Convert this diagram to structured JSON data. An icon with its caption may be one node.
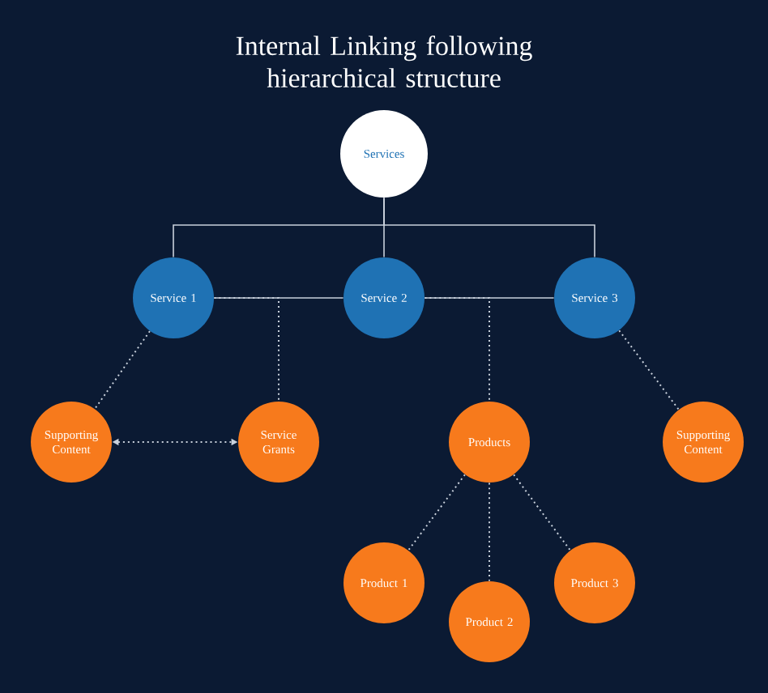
{
  "diagram": {
    "title": "Internal Linking following hierarchical structure",
    "nodes": [
      {
        "text": [
          "Services"
        ]
      },
      {
        "text": [
          "Service 1"
        ]
      },
      {
        "text": [
          "Service 2"
        ]
      },
      {
        "text": [
          "Service 3"
        ]
      },
      {
        "text": [
          "Supporting Content"
        ]
      },
      {
        "text": [
          "Service Grants"
        ]
      },
      {
        "text": [
          "Products"
        ]
      },
      {
        "text": [
          "Supporting Content"
        ]
      },
      {
        "text": [
          "Product 1"
        ]
      },
      {
        "text": [
          "Product 2"
        ]
      },
      {
        "text": [
          "Product 3"
        ]
      }
    ],
    "edges": [
      {
        "from": 0,
        "to": 1,
        "arrow": "none"
      },
      {
        "from": 0,
        "to": 2,
        "arrow": "none"
      },
      {
        "from": 0,
        "to": 3,
        "arrow": "none"
      },
      {
        "from": 1,
        "to": 2,
        "arrow": "none"
      },
      {
        "from": 2,
        "to": 3,
        "arrow": "none"
      },
      {
        "from": 1,
        "to": 4,
        "arrow": "none",
        "style": "dashed"
      },
      {
        "from": 1,
        "to": 5,
        "arrow": "none",
        "style": "dashed"
      },
      {
        "from": 2,
        "to": 6,
        "arrow": "none",
        "style": "dashed"
      },
      {
        "from": 3,
        "to": 7,
        "arrow": "none",
        "style": "dashed"
      },
      {
        "from": 4,
        "to": 5,
        "arrow": "both",
        "style": "dashed"
      },
      {
        "from": 6,
        "to": 8,
        "arrow": "none",
        "style": "dashed"
      },
      {
        "from": 6,
        "to": 9,
        "arrow": "none",
        "style": "dashed"
      },
      {
        "from": 6,
        "to": 10,
        "arrow": "none",
        "style": "dashed"
      }
    ]
  }
}
